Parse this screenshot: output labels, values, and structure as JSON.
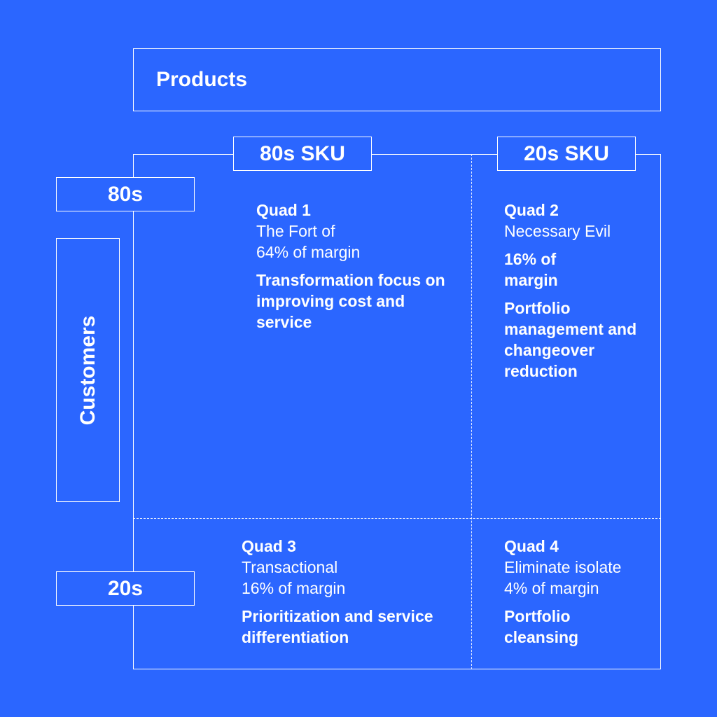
{
  "header": {
    "title": "Products"
  },
  "columns": {
    "col1": "80s SKU",
    "col2": "20s SKU"
  },
  "rows": {
    "row1": "80s",
    "row2": "20s",
    "axis": "Customers"
  },
  "quads": {
    "q1": {
      "title": "Quad 1",
      "line1": "The Fort of",
      "line2": "64% of margin",
      "action": "Transformation focus on improving cost and service"
    },
    "q2": {
      "title": "Quad 2",
      "line1": "Necessary Evil",
      "margin": "16% of margin",
      "action": "Portfolio management and changeover reduction"
    },
    "q3": {
      "title": "Quad 3",
      "line1": "Transactional",
      "line2": "16% of margin",
      "action": "Prioritization and service differentiation"
    },
    "q4": {
      "title": "Quad 4",
      "line1": "Eliminate isolate",
      "line2": "4% of margin",
      "action": "Portfolio cleansing"
    }
  },
  "colors": {
    "background": "#2B66FF",
    "foreground": "#FFFFFF"
  }
}
